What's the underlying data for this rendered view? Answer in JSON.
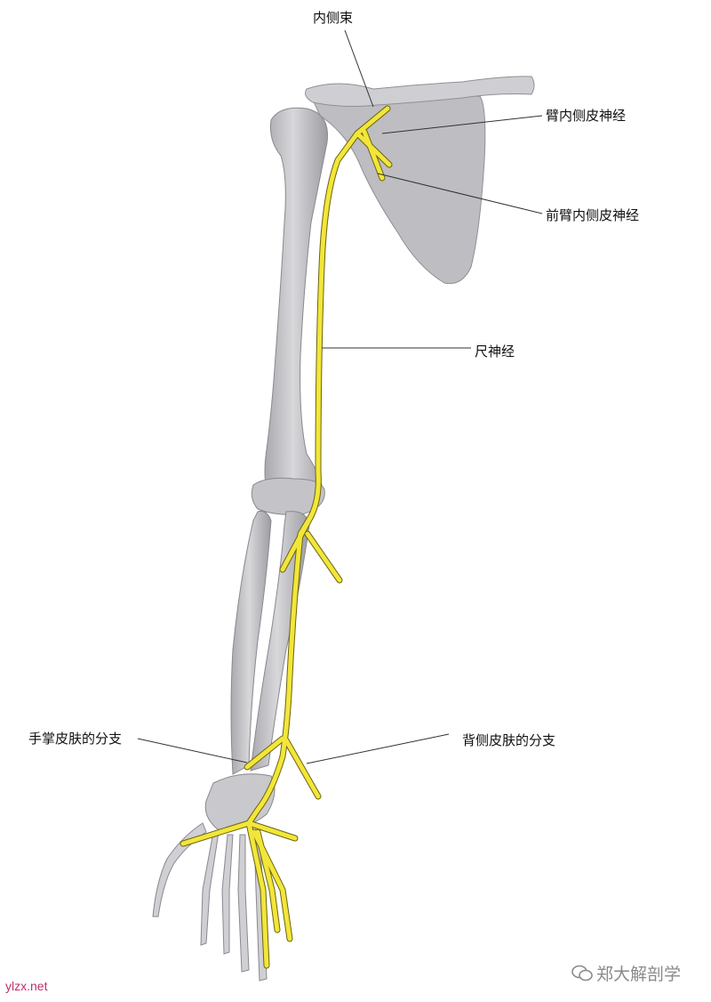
{
  "labels": {
    "medial_cord": "内侧束",
    "medial_brachial_cutaneous": "臂内侧皮神经",
    "medial_antebrachial_cutaneous": "前臂内侧皮神经",
    "ulnar_nerve": "尺神经",
    "palmar_cutaneous_branch": "手掌皮肤的分支",
    "dorsal_cutaneous_branch": "背侧皮肤的分支"
  },
  "watermark": {
    "url": "ylzx.net",
    "brand": "郑大解剖学"
  },
  "colors": {
    "nerve": "#f2e63a",
    "nerve_outline": "#6b6410",
    "bone": "#c9c9cc",
    "bone_shadow": "#9a9aa0",
    "leader": "#333333"
  }
}
